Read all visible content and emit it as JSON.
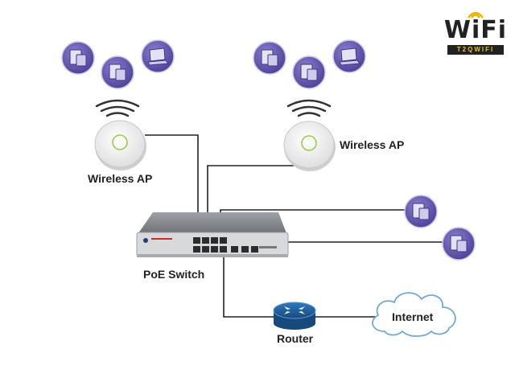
{
  "labels": {
    "ap_left": "Wireless AP",
    "ap_right": "Wireless AP",
    "switch": "PoE Switch",
    "router": "Router",
    "internet": "Internet"
  },
  "logo": {
    "text": "WiFi",
    "subtext": "T2QWIFI",
    "colors": {
      "text": "#222222",
      "accent": "#f0b400"
    }
  },
  "colors": {
    "device_circle": "#5b4fa8",
    "router": "#1f5f9c",
    "cable": "#222222",
    "switch_body": "#7d8085",
    "switch_front": "#d8d9db"
  },
  "icons": [
    "desktop-icon",
    "tower-pc-icon",
    "laptop-icon",
    "wifi-signal-icon",
    "cloud-icon",
    "router-icon",
    "switch-icon"
  ]
}
